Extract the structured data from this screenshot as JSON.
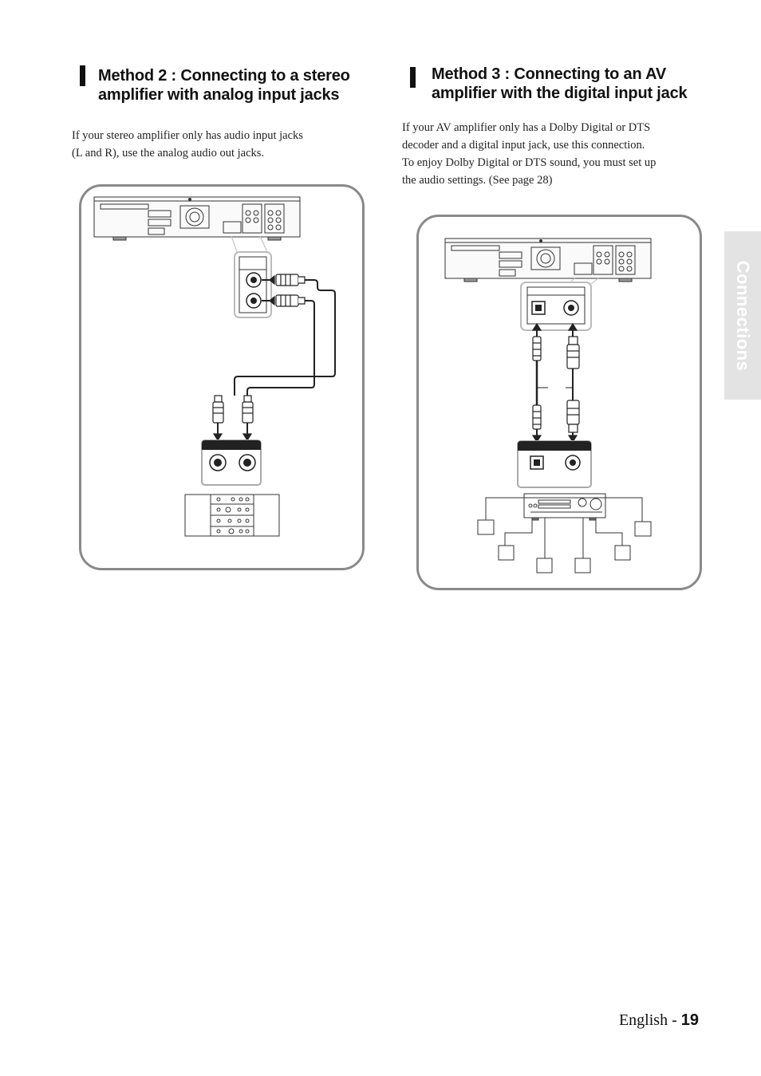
{
  "method2": {
    "title_line1": "Method 2 : Connecting to a stereo",
    "title_line2": "amplifier with analog input jacks",
    "body_line1": "If your stereo amplifier only has audio input jacks",
    "body_line2": "(L and R), use the analog audio out jacks."
  },
  "method3": {
    "title_line1": "Method 3 : Connecting to an AV",
    "title_line2": "amplifier with the digital input jack",
    "body_line1": "If your AV amplifier only has a Dolby Digital or DTS",
    "body_line2": "decoder and a digital input jack, use this connection.",
    "body_line3": "To enjoy Dolby Digital or DTS sound, you must set up",
    "body_line4": "the audio settings. (See page 28)"
  },
  "side_tab": {
    "label": "Connections"
  },
  "footer": {
    "language": "English - ",
    "page_number": "19"
  }
}
